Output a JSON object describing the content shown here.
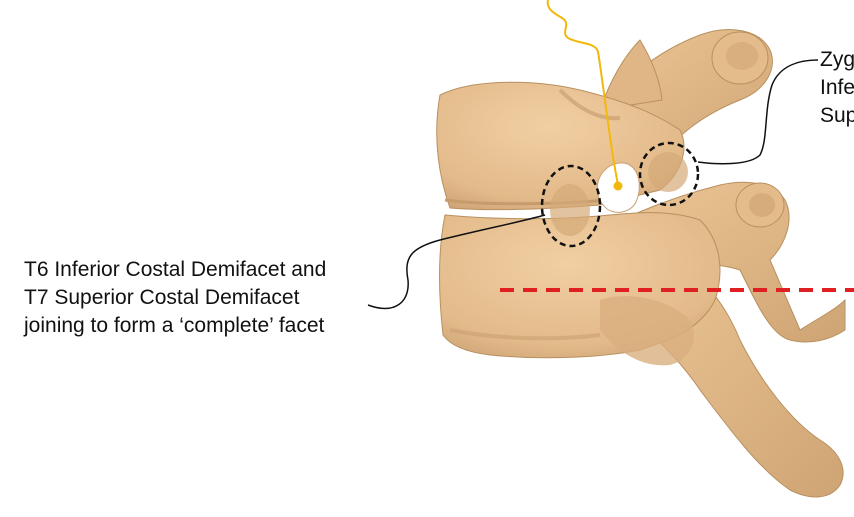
{
  "colors": {
    "bone": "#E8C193",
    "bone_shadow": "#C9A072",
    "bone_dark": "#A8825A",
    "pointer_line": "#F2B80E",
    "dashed_line": "#E02020",
    "circle_stroke": "#111111",
    "leader_line": "#111111"
  },
  "labels": {
    "costal_facet": {
      "line1": "T6 Inferior Costal Demifacet and",
      "line2": "T7 Superior Costal Demifacet",
      "line3": "joining to form a ‘complete’ facet"
    },
    "zygapophyseal": {
      "line1": "Zyg",
      "line2": "Infe",
      "line3": "Sup"
    }
  }
}
